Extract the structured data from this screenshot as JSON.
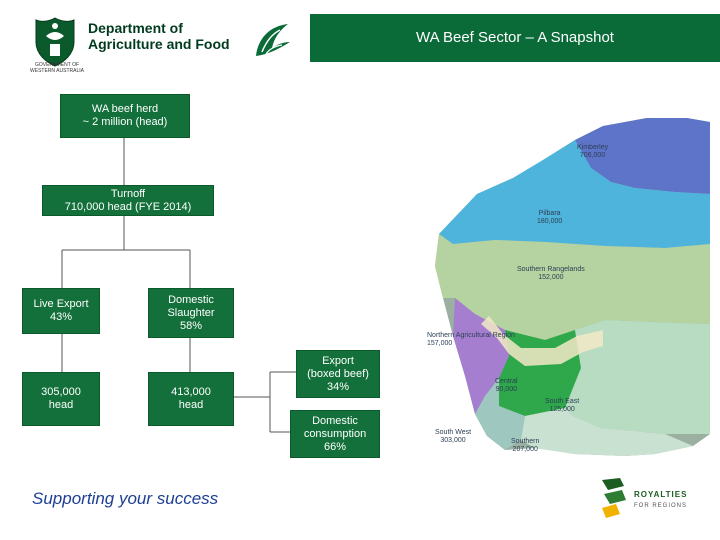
{
  "header": {
    "dept_line1": "Department of",
    "dept_line2": "Agriculture and Food",
    "crest_caption": "GOVERNMENT OF WESTERN AUSTRALIA",
    "title": "WA Beef Sector – A Snapshot"
  },
  "flow": {
    "herd": [
      "WA beef herd",
      "~ 2 million (head)"
    ],
    "turnoff": [
      "Turnoff",
      "710,000 head (FYE 2014)"
    ],
    "live_export": [
      "Live Export",
      "43%"
    ],
    "domestic_slaughter": [
      "Domestic",
      "Slaughter",
      "58%"
    ],
    "live_export_head": [
      "305,000",
      "head"
    ],
    "domestic_head": [
      "413,000",
      "head"
    ],
    "export_boxed": [
      "Export",
      "(boxed beef)",
      "34%"
    ],
    "domestic_consumption": [
      "Domestic",
      "consumption",
      "66%"
    ]
  },
  "map": {
    "regions": [
      {
        "name": "Kimberley",
        "value": "706,000",
        "color": "#5e74c8"
      },
      {
        "name": "Pilbara",
        "value": "180,000",
        "color": "#4fb4dc"
      },
      {
        "name": "Southern Rangelands",
        "value": "152,000",
        "color": "#b5d3a0"
      },
      {
        "name": "Northern Agricultural Region",
        "value": "157,000",
        "color": "#a57ed0"
      },
      {
        "name": "Central",
        "value": "90,000",
        "color": "#2ea84a"
      },
      {
        "name": "South East",
        "value": "125,000",
        "color": "#b7dcc2"
      },
      {
        "name": "South West",
        "value": "303,000",
        "color": "#9dc7bf"
      },
      {
        "name": "Southern",
        "value": "207,000",
        "color": "#c9e1d0"
      }
    ],
    "sea_color": "#9bb0a0"
  },
  "footer": {
    "tagline": "Supporting your success",
    "royalties_name": "ROYALTIES",
    "royalties_sub": "FOR REGIONS"
  }
}
